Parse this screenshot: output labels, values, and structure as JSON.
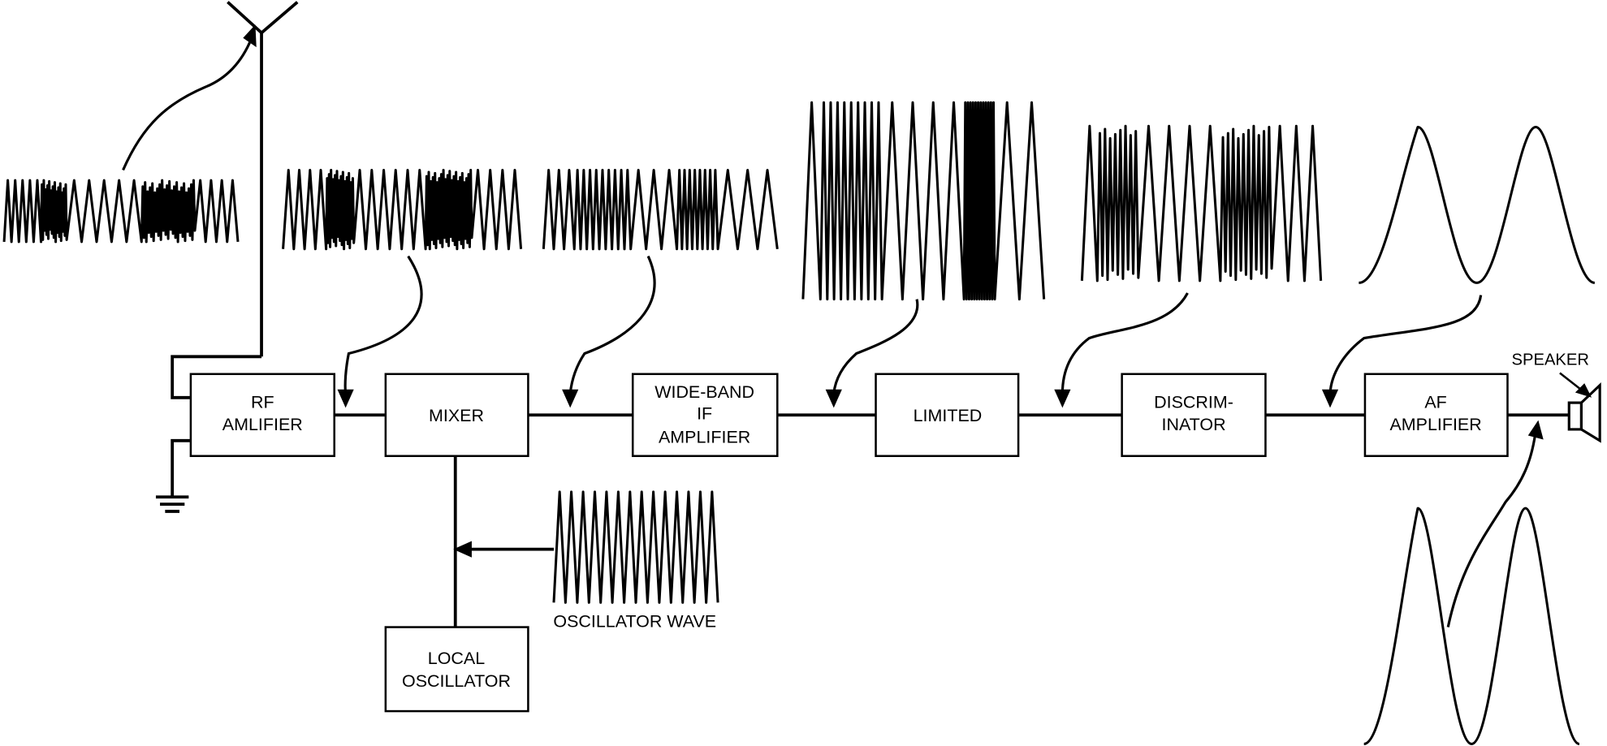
{
  "diagram": {
    "blocks": [
      {
        "id": "rf",
        "lines": [
          "RF",
          "AMLIFIER"
        ]
      },
      {
        "id": "mixer",
        "lines": [
          "MIXER"
        ]
      },
      {
        "id": "if",
        "lines": [
          "WIDE-BAND",
          "IF",
          "AMPLIFIER"
        ]
      },
      {
        "id": "limiter",
        "lines": [
          "LIMITED"
        ]
      },
      {
        "id": "disc",
        "lines": [
          "DISCRIM-",
          "INATOR"
        ]
      },
      {
        "id": "af",
        "lines": [
          "AF",
          "AMPLIFIER"
        ]
      },
      {
        "id": "lo",
        "lines": [
          "LOCAL",
          "OSCILLATOR"
        ]
      }
    ],
    "labels": {
      "oscillator_wave": "OSCILLATOR WAVE",
      "speaker": "SPEAKER"
    }
  },
  "colors": {
    "line": "#000000",
    "background": "#ffffff"
  },
  "icons": [
    "antenna-icon",
    "ground-icon",
    "speaker-icon"
  ]
}
